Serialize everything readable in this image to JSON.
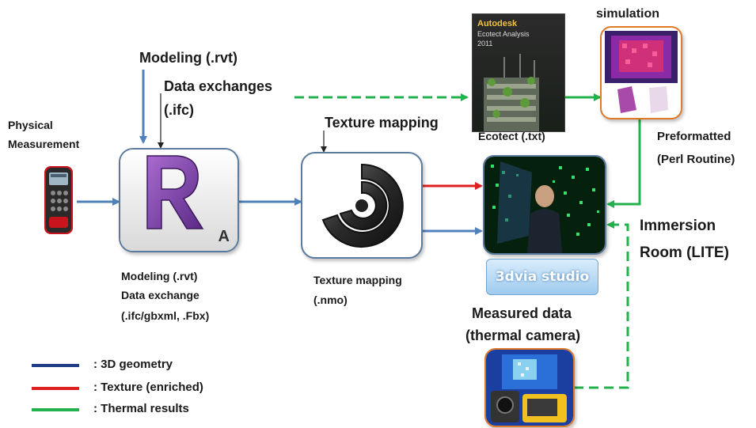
{
  "colors": {
    "geometry_line": "#4f81bd",
    "texture_line": "#e02020",
    "thermal_line": "#22b14c",
    "revit_box_border": "#5a7a9e",
    "sim_box_border": "#e07a2a"
  },
  "labels": {
    "modeling_rvt_top": "Modeling (.rvt)",
    "data_exchanges": "Data exchanges",
    "ifc": "(.ifc)",
    "texture_mapping_top": "Texture mapping",
    "physical_measurement": "Physical\nMeasurement",
    "modeling_rvt_bottom": "Modeling (.rvt)",
    "data_exchange": "Data exchange",
    "ifc_gbxml_fbx": "(.ifc/gbxml, .Fbx)",
    "texture_mapping_bottom": "Texture mapping",
    "nmo": "(.nmo)",
    "ecotect_txt": "Ecotect (.txt)",
    "simulation": "simulation",
    "preformatted": "Preformatted",
    "perl_routine": "(Perl Routine)",
    "immersion": "Immersion",
    "room_lite": "Room (LITE)",
    "measured_data": "Measured data",
    "thermal_camera": "(thermal camera)"
  },
  "images": {
    "ecotect_cover_brand": "Autodesk",
    "ecotect_cover_title": "Ecotect Analysis",
    "ecotect_cover_year": "2011",
    "revit_letter": "R",
    "revit_badge": "A",
    "studio_logo": "3dvia studio"
  },
  "legend": [
    {
      "text": ": 3D geometry",
      "color": "#1f3c88"
    },
    {
      "text": ": Texture (enriched)",
      "color": "#e02020"
    },
    {
      "text": ": Thermal results",
      "color": "#22b14c"
    }
  ]
}
